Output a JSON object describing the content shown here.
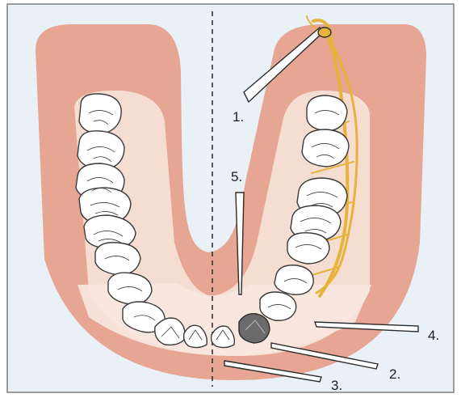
{
  "colors": {
    "background": "#ffffff",
    "frame_background": "#e9f1f7",
    "gum_outer": "#e7a593",
    "gum_inner": "#f6ddd2",
    "mucosa": "#f9e8e0",
    "tooth_fill": "#ffffff",
    "tooth_outline": "#3a3a3a",
    "treated_tooth": "#6b6b6b",
    "nerve": "#e8b33c",
    "needle_shaft": "#ffffff",
    "needle_outline": "#2b2b2b",
    "midline": "#333333"
  },
  "icons": {
    "needle": "injection-needle-icon",
    "nerve": "nerve-icon",
    "tooth": "tooth-icon"
  },
  "labels": {
    "needle_1": "1.",
    "needle_2": "2.",
    "needle_3": "3.",
    "needle_4": "4.",
    "needle_5": "5."
  }
}
